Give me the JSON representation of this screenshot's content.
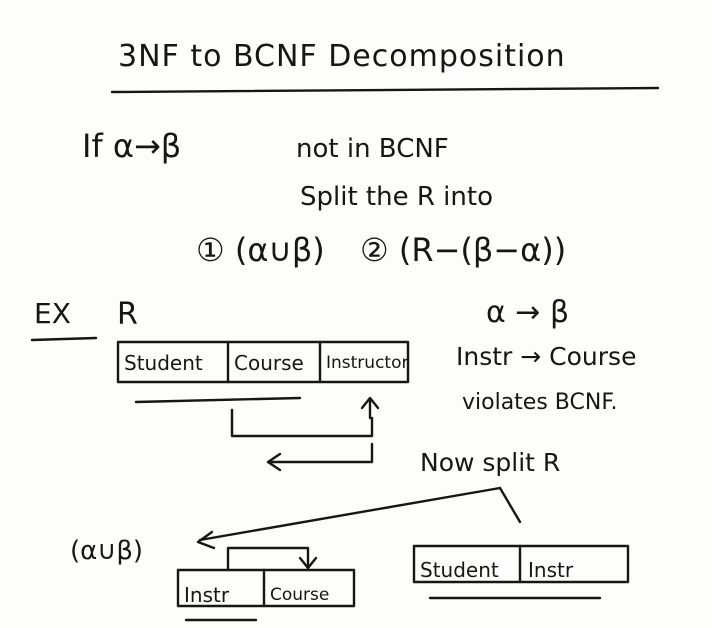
{
  "title": "3NF to BCNF Decomposition",
  "rule": {
    "line1": "If α→β",
    "line1_rest": "not in BCNF",
    "line2": "Split the R into",
    "case1": "① (α∪β)",
    "case2": "② (R−(β−α))"
  },
  "example": {
    "label": "EX",
    "relation_name": "R",
    "table_r": [
      "Student",
      "Course",
      "Instructor"
    ],
    "fd_generic": "α → β",
    "fd_instance": "Instr → Course",
    "fd_note": "violates BCNF.",
    "action": "Now split R",
    "left_label": "(α∪β)",
    "table_left": [
      "Instr",
      "Course"
    ],
    "table_right": [
      "Student",
      "Instr"
    ]
  },
  "ink_color": "#161616",
  "paper_color": "#fdfdfb"
}
